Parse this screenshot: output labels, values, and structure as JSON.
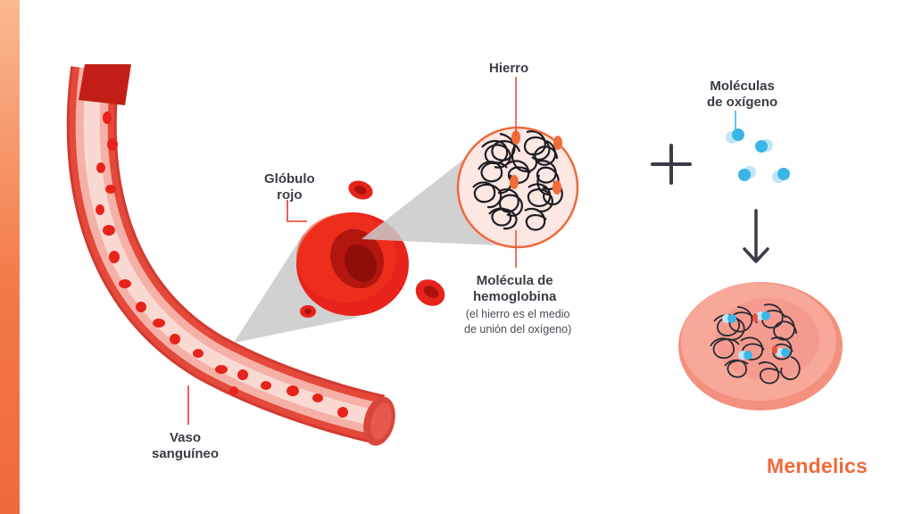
{
  "labels": {
    "iron": "Hierro",
    "oxygen_line1": "Moléculas",
    "oxygen_line2": "de oxígeno",
    "red_cell_line1": "Glóbulo",
    "red_cell_line2": "rojo",
    "hemoglobin_line1": "Molécula de",
    "hemoglobin_line2": "hemoglobina",
    "hemoglobin_note_line1": "(el hierro es el medio",
    "hemoglobin_note_line2": "de unión del oxígeno)",
    "vessel_line1": "Vaso",
    "vessel_line2": "sanguíneo"
  },
  "brand": "Mendelics",
  "icons": [
    "plus-icon",
    "arrow-down-icon"
  ],
  "colors": {
    "accent": "#f06a3a",
    "vessel_wall": "#e5493c",
    "vessel_inner": "#f5b1a7",
    "blood_cell": "#e8231b",
    "oxygen": "#3ab6e6",
    "iron": "#f26b3a"
  }
}
